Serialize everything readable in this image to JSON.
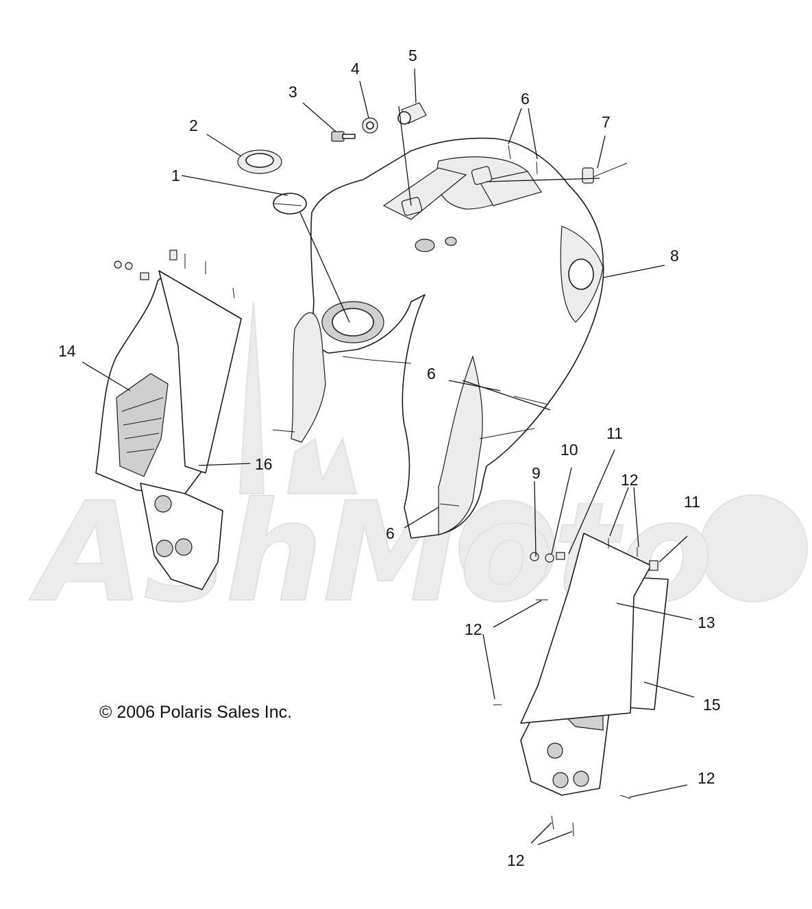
{
  "diagram": {
    "copyright": "© 2006 Polaris Sales Inc.",
    "watermark": "AshMoto",
    "callouts": [
      {
        "id": "c1",
        "label": "1"
      },
      {
        "id": "c2",
        "label": "2"
      },
      {
        "id": "c3",
        "label": "3"
      },
      {
        "id": "c4",
        "label": "4"
      },
      {
        "id": "c5",
        "label": "5"
      },
      {
        "id": "c6a",
        "label": "6"
      },
      {
        "id": "c6b",
        "label": "6"
      },
      {
        "id": "c6c",
        "label": "6"
      },
      {
        "id": "c7",
        "label": "7"
      },
      {
        "id": "c8",
        "label": "8"
      },
      {
        "id": "c9",
        "label": "9"
      },
      {
        "id": "c10",
        "label": "10"
      },
      {
        "id": "c11a",
        "label": "11"
      },
      {
        "id": "c11b",
        "label": "11"
      },
      {
        "id": "c12a",
        "label": "12"
      },
      {
        "id": "c12b",
        "label": "12"
      },
      {
        "id": "c12c",
        "label": "12"
      },
      {
        "id": "c12d",
        "label": "12"
      },
      {
        "id": "c13",
        "label": "13"
      },
      {
        "id": "c14",
        "label": "14"
      },
      {
        "id": "c15",
        "label": "15"
      },
      {
        "id": "c16",
        "label": "16"
      }
    ]
  }
}
